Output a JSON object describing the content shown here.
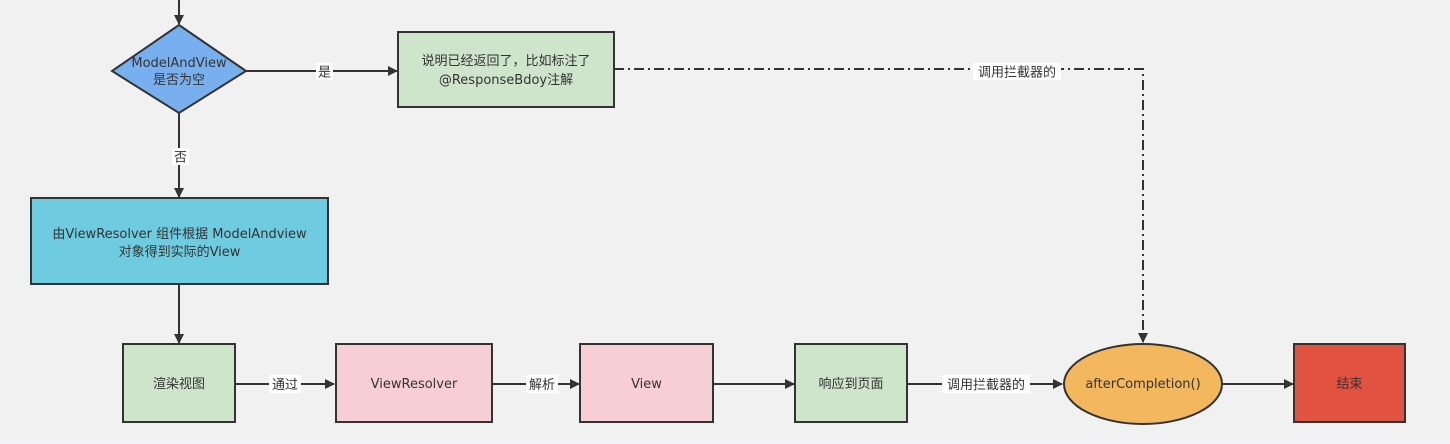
{
  "diagram": {
    "nodes": {
      "decision": {
        "lines": [
          "ModelAndView",
          "是否为空"
        ],
        "color": "#78b0ef",
        "shape": "diamond"
      },
      "returned": {
        "lines": [
          "说明已经返回了，比如标注了",
          "@ResponseBdoy注解"
        ],
        "color": "#cfe5cb",
        "shape": "rect"
      },
      "resolve": {
        "lines": [
          "由ViewResolver 组件根据 ModelAndview",
          "对象得到实际的View"
        ],
        "color": "#6fcbdf",
        "shape": "rect"
      },
      "render": {
        "lines": [
          "渲染视图"
        ],
        "color": "#cfe5cb",
        "shape": "rect"
      },
      "viewresolver": {
        "lines": [
          "ViewResolver"
        ],
        "color": "#f7ced4",
        "shape": "rect"
      },
      "view": {
        "lines": [
          "View"
        ],
        "color": "#f7ced4",
        "shape": "rect"
      },
      "respond": {
        "lines": [
          "响应到页面"
        ],
        "color": "#cfe5cb",
        "shape": "rect"
      },
      "after": {
        "lines": [
          "afterCompletion()"
        ],
        "color": "#f3b75e",
        "shape": "ellipse"
      },
      "end": {
        "lines": [
          "结束"
        ],
        "color": "#e15241",
        "shape": "rect"
      }
    },
    "edges": {
      "yes": {
        "label": "是"
      },
      "no": {
        "label": "否"
      },
      "call_dashed": {
        "label": "调用拦截器的"
      },
      "via": {
        "label": "通过"
      },
      "parse": {
        "label": "解析"
      },
      "call": {
        "label": "调用拦截器的"
      }
    }
  }
}
